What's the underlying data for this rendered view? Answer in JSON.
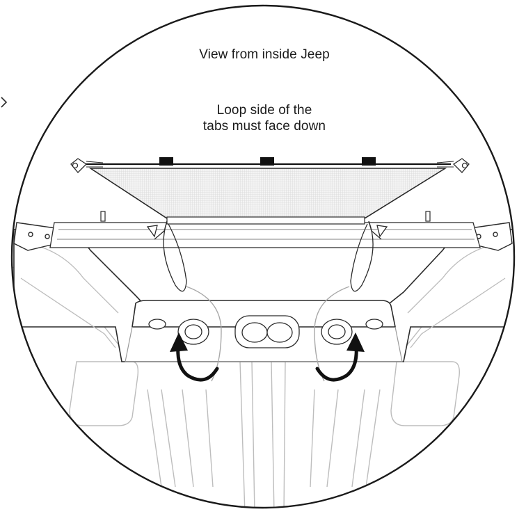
{
  "captions": {
    "view": "View from inside Jeep",
    "loop_line1": "Loop side of the",
    "loop_line2": "tabs must face down"
  },
  "colors": {
    "ink": "#1a1a1a",
    "line": "#2a2a2a",
    "light_line": "#b8b8b8",
    "mesh": "#e6e6e6",
    "tab": "#111111",
    "arrow": "#111111"
  }
}
